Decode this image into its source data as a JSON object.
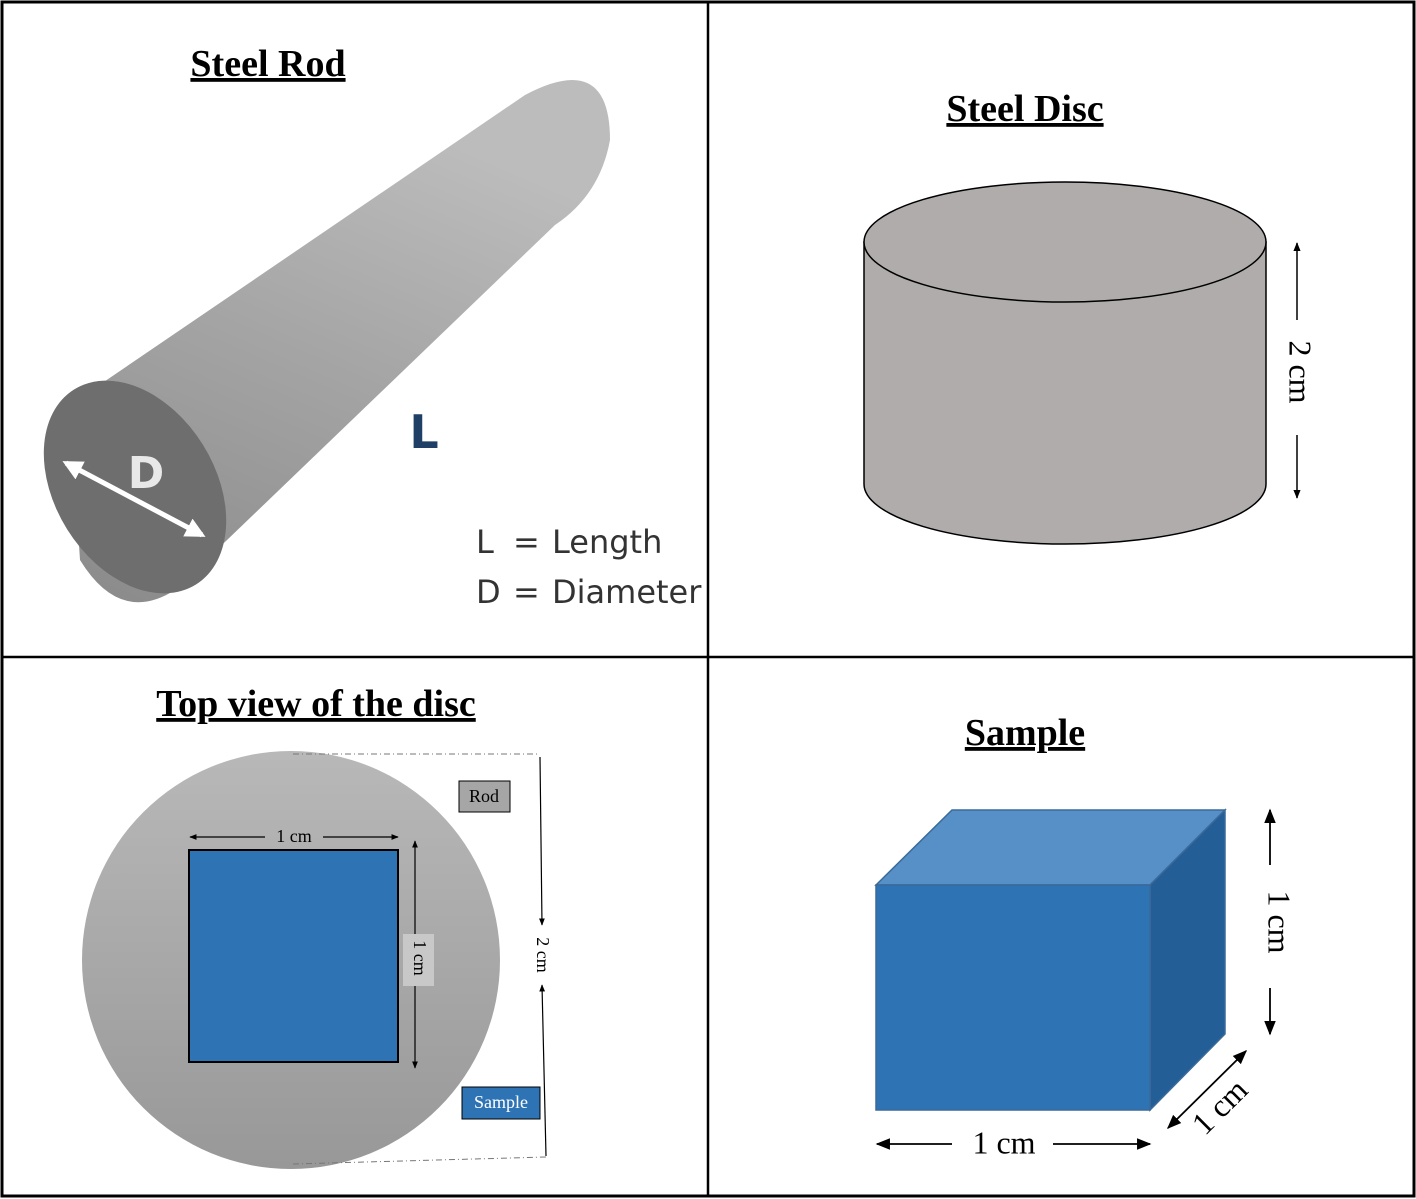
{
  "panels": {
    "rod": {
      "title": "Steel Rod",
      "label_d": "D",
      "label_l": "L",
      "legend": [
        {
          "symbol": "L",
          "eq": "=",
          "text": "Length"
        },
        {
          "symbol": "D",
          "eq": "=",
          "text": "Diameter"
        }
      ]
    },
    "disc": {
      "title": "Steel Disc",
      "height_label": "2 cm"
    },
    "top_view": {
      "title": "Top view of the disc",
      "width_label": "1 cm",
      "height_label": "1 cm",
      "diameter_label": "2 cm",
      "legend_rod": "Rod",
      "legend_sample": "Sample"
    },
    "sample": {
      "title": "Sample",
      "height_label": "1 cm",
      "width_label": "1 cm",
      "depth_label": "1 cm"
    }
  },
  "colors": {
    "border": "#000000",
    "rod_gray": "#9a9a9a",
    "disc_gray": "#afacab",
    "sample_blue": "#2e74b5",
    "sample_top": "#5690c6",
    "sample_side": "#245e96"
  }
}
